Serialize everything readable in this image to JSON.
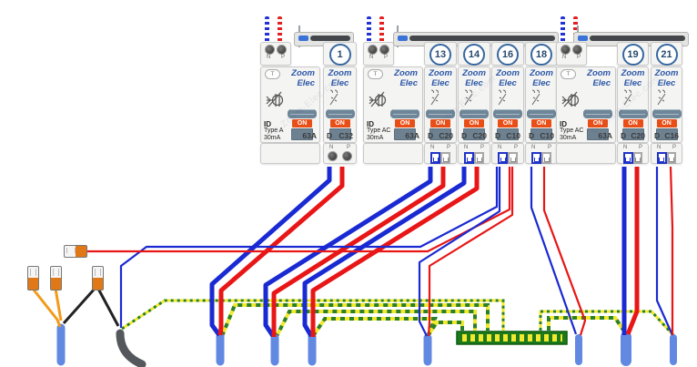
{
  "brand": {
    "line1": "Zoom",
    "line2": "Elec"
  },
  "labels": {
    "n": "N",
    "p": "P",
    "on": "ON",
    "test": "T"
  },
  "watermark": "© Zoom-Elec.com",
  "groups": [
    {
      "rcd": {
        "id": "ID",
        "type": "Type A",
        "sensitivity": "30mA",
        "rating": "63A"
      },
      "breakers": [
        {
          "number": "1",
          "curve": "D",
          "rating": "C32"
        }
      ]
    },
    {
      "rcd": {
        "id": "ID",
        "type": "Type AC",
        "sensitivity": "30mA",
        "rating": "63A"
      },
      "breakers": [
        {
          "number": "13",
          "curve": "D",
          "rating": "C20"
        },
        {
          "number": "14",
          "curve": "D",
          "rating": "C20"
        },
        {
          "number": "16",
          "curve": "D",
          "rating": "C10"
        },
        {
          "number": "18",
          "curve": "D",
          "rating": "C10"
        }
      ]
    },
    {
      "rcd": {
        "id": "ID",
        "type": "Type AC",
        "sensitivity": "30mA",
        "rating": "63A"
      },
      "breakers": [
        {
          "number": "19",
          "curve": "D",
          "rating": "C20"
        },
        {
          "number": "21",
          "curve": "D",
          "rating": "C16"
        }
      ]
    }
  ],
  "colors": {
    "live": "#e81616",
    "neutral": "#1a2ad2",
    "earth_green": "#2a7f2a",
    "earth_yellow": "#f2e92e",
    "cable_sheath": "#6289e2",
    "orange_wire": "#f29a1c",
    "on_button": "#e84e16",
    "brand_blue": "#2b57a8"
  }
}
